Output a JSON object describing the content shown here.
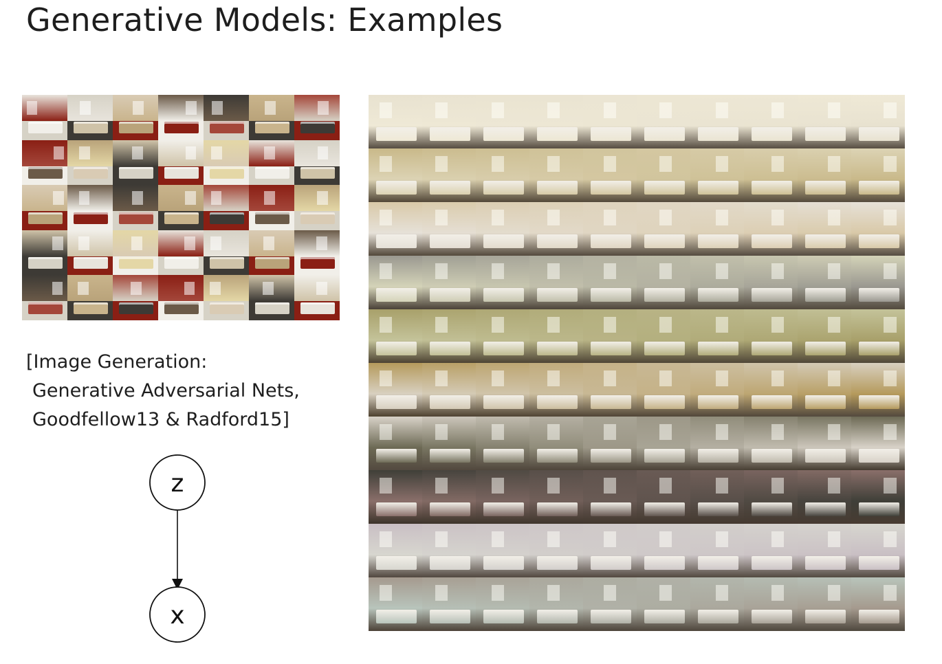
{
  "slide": {
    "title": "Generative Models: Examples"
  },
  "caption": {
    "line1": "[Image Generation:",
    "line2": "Generative Adversarial Nets,",
    "line3": "Goodfellow13 & Radford15]"
  },
  "graphical_model": {
    "latent_node": "z",
    "observed_node": "x"
  },
  "sample_grid": {
    "rows": 5,
    "cols": 7,
    "palette": [
      "#d9cbb4",
      "#8a1f14",
      "#e8e4dc",
      "#c9b48c",
      "#f1efe9",
      "#6b5a48",
      "#b9a37a",
      "#d6d2c6",
      "#a4473a",
      "#e4d7a6",
      "#3d3a35",
      "#cfc3a8"
    ]
  },
  "interpolation_grid": {
    "rows": 10,
    "cols": 10,
    "row_palettes": [
      [
        "#e8e2d0",
        "#efe9d6"
      ],
      [
        "#c9b98a",
        "#dcd3b4"
      ],
      [
        "#d9c9a8",
        "#e6e1d8"
      ],
      [
        "#9a9890",
        "#d4d3b8"
      ],
      [
        "#a8a06a",
        "#c4c39a"
      ],
      [
        "#b59a5c",
        "#d8d0c0"
      ],
      [
        "#d8d2c8",
        "#6d6a55"
      ],
      [
        "#3f3f38",
        "#8a6f6a"
      ],
      [
        "#c9bfc4",
        "#d7d6cf"
      ],
      [
        "#a59a8e",
        "#b8c4bb"
      ]
    ]
  }
}
